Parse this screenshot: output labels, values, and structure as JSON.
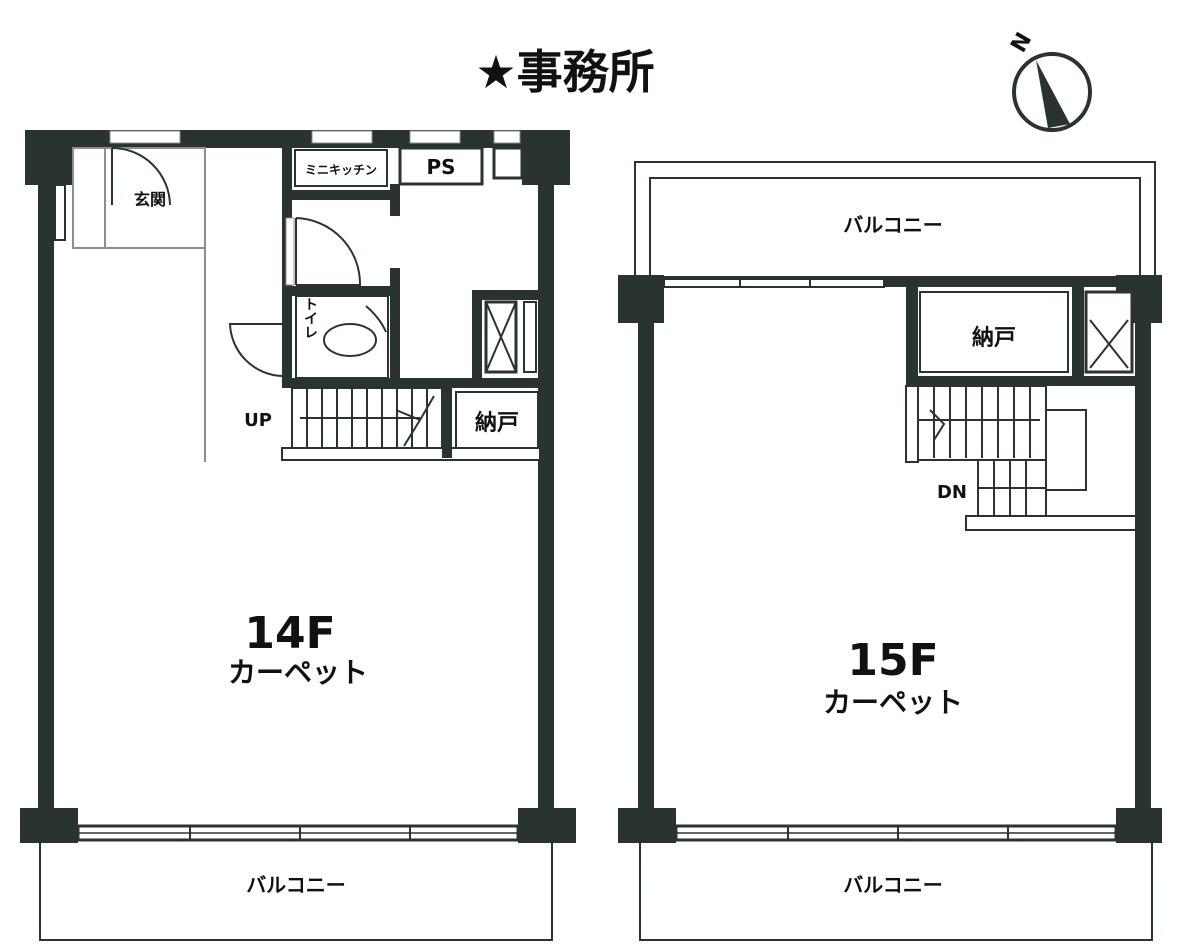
{
  "title": "★事務所",
  "compass": {
    "label": "N"
  },
  "floor14": {
    "name": "14F",
    "floor_finish": "カーペット",
    "entrance": "玄関",
    "kitchen": "ミニキッチン",
    "ps": "PS",
    "toilet": "トイレ",
    "up": "UP",
    "storage": "納戸",
    "balcony": "バルコニー"
  },
  "floor15": {
    "name": "15F",
    "floor_finish": "カーペット",
    "balcony_top": "バルコニー",
    "storage": "納戸",
    "down": "DN",
    "balcony_bottom": "バルコニー"
  }
}
